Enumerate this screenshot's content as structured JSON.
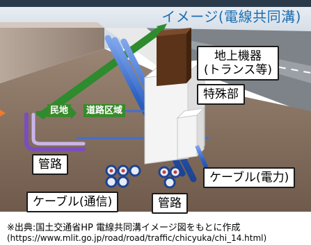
{
  "diagram": {
    "title": "イメージ(電線共同溝)",
    "labels": {
      "surface_equipment_line1": "地上機器",
      "surface_equipment_line2": "(トランス等)",
      "special_section": "特殊部",
      "private_land": "民地",
      "road_area": "道路区域",
      "conduit_left": "管路",
      "cable_power": "ケーブル(電力)",
      "cable_comm": "ケーブル(通信)",
      "conduit_bottom": "管路"
    },
    "source_line1": "※出典:国土交通省HP 電線共同溝イメージ図をもとに作成",
    "source_line2": "(https://www.mlit.go.jp/road/road/traffic/chicyuka/chi_14.html)"
  },
  "colors": {
    "title": "#1b6fb3",
    "road_area_tag": "#3a8a2c",
    "conduit_blue": "#2f62c4",
    "private_pipe_purple": "#7b4dbd",
    "soil": "#8a7464",
    "transformer": "#5a3318"
  }
}
